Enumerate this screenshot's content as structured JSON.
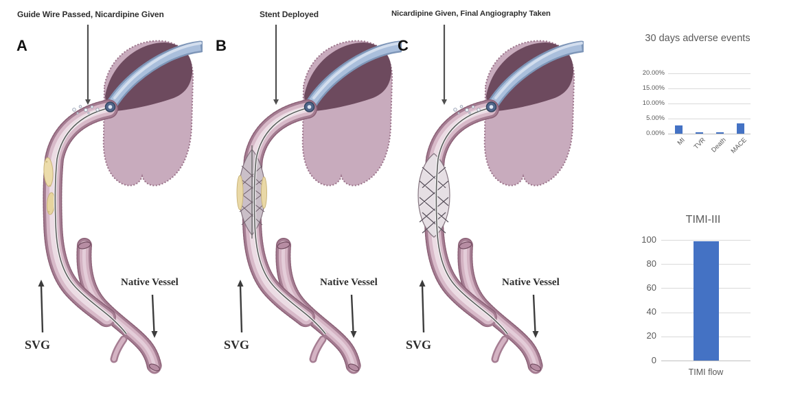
{
  "panels": [
    {
      "label": "A",
      "caption": "Guide Wire Passed, Nicardipine Given",
      "svg_label": "SVG",
      "native_label": "Native Vessel",
      "stage": "wire"
    },
    {
      "label": "B",
      "caption": "Stent Deployed",
      "svg_label": "SVG",
      "native_label": "Native Vessel",
      "stage": "balloon"
    },
    {
      "label": "C",
      "caption": "Nicardipine Given, Final Angiography Taken",
      "svg_label": "SVG",
      "native_label": "Native Vessel",
      "stage": "stent"
    }
  ],
  "chart_data": [
    {
      "type": "bar",
      "title": "30 days adverse events",
      "categories": [
        "MI",
        "TVR",
        "Death",
        "MACE"
      ],
      "values": [
        2.7,
        0.4,
        0.4,
        3.4
      ],
      "unit": "%",
      "ylim": [
        0,
        20
      ],
      "yticks": [
        "20.00%",
        "15.00%",
        "10.00%",
        "5.00%",
        "0.00%"
      ],
      "grid": true,
      "legend": false,
      "bar_color": "#4472c4",
      "text_color": "#595959"
    },
    {
      "type": "bar",
      "title": "TIMI-III",
      "categories": [
        "TIMI flow"
      ],
      "values": [
        99
      ],
      "ylim": [
        0,
        100
      ],
      "yticks": [
        "100",
        "80",
        "60",
        "40",
        "20",
        "0"
      ],
      "grid": true,
      "legend": false,
      "bar_color": "#4472c4",
      "text_color": "#595959"
    }
  ]
}
